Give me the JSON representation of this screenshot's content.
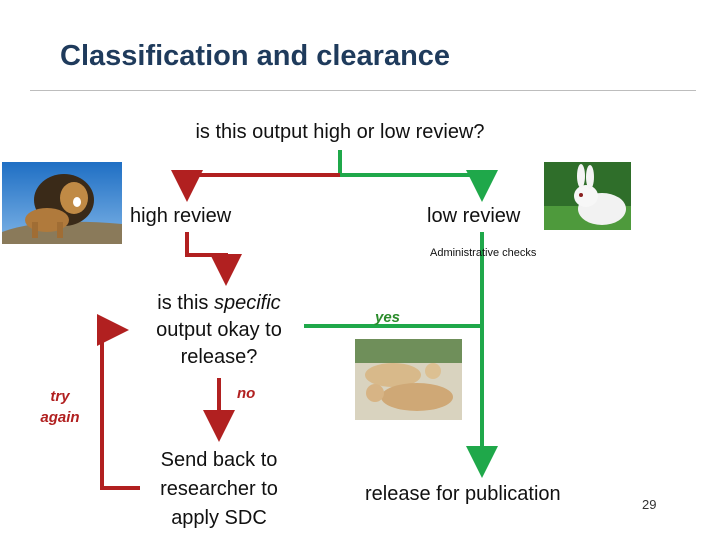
{
  "slide": {
    "title": "Classification and clearance",
    "page_number": "29"
  },
  "flow": {
    "question": "is this output high or low review?",
    "high_review": "high review",
    "low_review": "low review",
    "admin_checks": "Administrative checks",
    "specific_question": "is this specific output okay to release?",
    "yes": "yes",
    "no": "no",
    "try_again": "try again",
    "send_back": "Send back to researcher to apply SDC",
    "release": "release for publication"
  },
  "images": {
    "lion": "lion-photo",
    "rabbit": "rabbit-photo",
    "cubs": "sleeping-lion-cubs-photo"
  },
  "colors": {
    "title": "#1f3b5c",
    "red_path": "#b12020",
    "green_path": "#1fa84a"
  }
}
